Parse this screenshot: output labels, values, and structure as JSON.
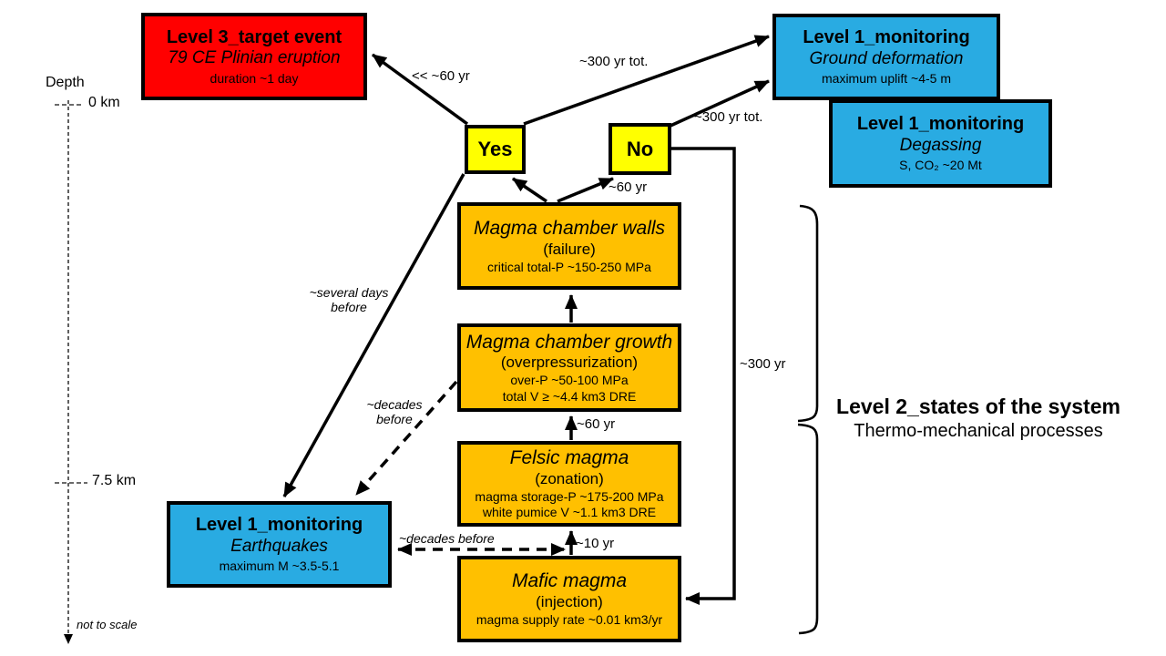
{
  "colors": {
    "red": "#FF0000",
    "blue": "#29ABE2",
    "yellow": "#FFFF00",
    "orange": "#FFC000",
    "line": "#000000"
  },
  "boxes": {
    "target_event": {
      "title": "Level 3_target event",
      "subtitle": "79 CE Plinian eruption",
      "detail": "duration ~1 day"
    },
    "ground_deformation": {
      "title": "Level 1_monitoring",
      "subtitle": "Ground deformation",
      "detail": "maximum uplift ~4-5 m"
    },
    "degassing": {
      "title": "Level 1_monitoring",
      "subtitle": "Degassing",
      "detail": "S, CO₂ ~20 Mt"
    },
    "earthquakes": {
      "title": "Level 1_monitoring",
      "subtitle": "Earthquakes",
      "detail": "maximum M ~3.5-5.1"
    },
    "yes_label": "Yes",
    "no_label": "No",
    "magma_chamber_walls": {
      "title": "Magma chamber walls",
      "subtitle": "(failure)",
      "detail": "critical total-P ~150-250 MPa"
    },
    "magma_chamber_growth": {
      "title": "Magma chamber growth",
      "subtitle": "(overpressurization)",
      "detail": "over-P ~50-100 MPa",
      "detail2": "total V ≥ ~4.4 km3 DRE"
    },
    "felsic_magma": {
      "title": "Felsic magma",
      "subtitle": "(zonation)",
      "detail": "magma storage-P ~175-200 MPa",
      "detail2": "white pumice V ~1.1 km3 DRE"
    },
    "mafic_magma": {
      "title": "Mafic magma",
      "subtitle": "(injection)",
      "detail": "magma supply rate ~0.01 km3/yr"
    }
  },
  "depth_axis": {
    "label": "Depth",
    "tick_top": "0 km",
    "tick_bottom": "7.5 km",
    "note": "not to scale"
  },
  "arrow_labels": {
    "yes_to_target": "<< ~60 yr",
    "yes_to_ground_deformation": "~300 yr tot.",
    "no_to_ground_deformation": "~300 yr tot.",
    "decision_time": "~60 yr",
    "growth_time": "~60 yr",
    "injection_time": "~10 yr",
    "recycle_time": "~300 yr",
    "several_days_line1": "~several days",
    "several_days_line2": "before",
    "decades_diag_line1": "~decades",
    "decades_diag_line2": "before",
    "decades_horizontal": "~decades before"
  },
  "level2": {
    "title": "Level 2_states of the system",
    "subtitle": "Thermo-mechanical processes"
  }
}
